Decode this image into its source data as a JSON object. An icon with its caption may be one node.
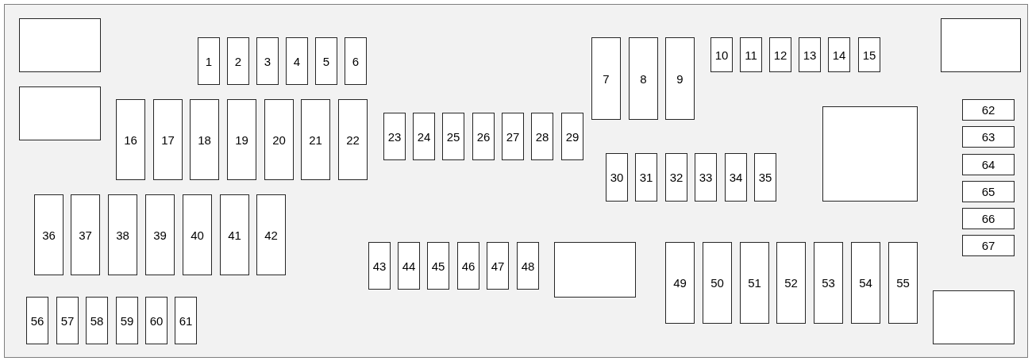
{
  "diagram": {
    "nodes": [
      {
        "text": [],
        "shape": "box"
      },
      {
        "text": [
          "1"
        ],
        "in": 0
      },
      {
        "text": [
          "2"
        ],
        "in": 0
      },
      {
        "text": [
          "3"
        ],
        "in": 0
      },
      {
        "text": [
          "4"
        ],
        "in": 0
      },
      {
        "text": [
          "5"
        ],
        "in": 0
      },
      {
        "text": [
          "6"
        ],
        "in": 0
      },
      {
        "text": [
          "7"
        ],
        "in": 0
      },
      {
        "text": [
          "8"
        ],
        "in": 0
      },
      {
        "text": [
          "9"
        ],
        "in": 0
      },
      {
        "text": [
          "10"
        ],
        "in": 0
      },
      {
        "text": [
          "11"
        ],
        "in": 0
      },
      {
        "text": [
          "12"
        ],
        "in": 0
      },
      {
        "text": [
          "13"
        ],
        "in": 0
      },
      {
        "text": [
          "14"
        ],
        "in": 0
      },
      {
        "text": [
          "15"
        ],
        "in": 0
      },
      {
        "text": [
          "16"
        ],
        "in": 0
      },
      {
        "text": [
          "17"
        ],
        "in": 0
      },
      {
        "text": [
          "18"
        ],
        "in": 0
      },
      {
        "text": [
          "19"
        ],
        "in": 0
      },
      {
        "text": [
          "20"
        ],
        "in": 0
      },
      {
        "text": [
          "21"
        ],
        "in": 0
      },
      {
        "text": [
          "22"
        ],
        "in": 0
      },
      {
        "text": [
          "23"
        ],
        "in": 0
      },
      {
        "text": [
          "24"
        ],
        "in": 0
      },
      {
        "text": [
          "25"
        ],
        "in": 0
      },
      {
        "text": [
          "26"
        ],
        "in": 0
      },
      {
        "text": [
          "27"
        ],
        "in": 0
      },
      {
        "text": [
          "28"
        ],
        "in": 0
      },
      {
        "text": [
          "29"
        ],
        "in": 0
      },
      {
        "text": [
          "30"
        ],
        "in": 0
      },
      {
        "text": [
          "31"
        ],
        "in": 0
      },
      {
        "text": [
          "32"
        ],
        "in": 0
      },
      {
        "text": [
          "33"
        ],
        "in": 0
      },
      {
        "text": [
          "34"
        ],
        "in": 0
      },
      {
        "text": [
          "35"
        ],
        "in": 0
      },
      {
        "text": [
          "36"
        ],
        "in": 0
      },
      {
        "text": [
          "37"
        ],
        "in": 0
      },
      {
        "text": [
          "38"
        ],
        "in": 0
      },
      {
        "text": [
          "39"
        ],
        "in": 0
      },
      {
        "text": [
          "40"
        ],
        "in": 0
      },
      {
        "text": [
          "41"
        ],
        "in": 0
      },
      {
        "text": [
          "42"
        ],
        "in": 0
      },
      {
        "text": [
          "43"
        ],
        "in": 0
      },
      {
        "text": [
          "44"
        ],
        "in": 0
      },
      {
        "text": [
          "45"
        ],
        "in": 0
      },
      {
        "text": [
          "46"
        ],
        "in": 0
      },
      {
        "text": [
          "47"
        ],
        "in": 0
      },
      {
        "text": [
          "48"
        ],
        "in": 0
      },
      {
        "text": [
          "49"
        ],
        "in": 0
      },
      {
        "text": [
          "50"
        ],
        "in": 0
      },
      {
        "text": [
          "51"
        ],
        "in": 0
      },
      {
        "text": [
          "52"
        ],
        "in": 0
      },
      {
        "text": [
          "53"
        ],
        "in": 0
      },
      {
        "text": [
          "54"
        ],
        "in": 0
      },
      {
        "text": [
          "55"
        ],
        "in": 0
      },
      {
        "text": [
          "56"
        ],
        "in": 0
      },
      {
        "text": [
          "57"
        ],
        "in": 0
      },
      {
        "text": [
          "58"
        ],
        "in": 0
      },
      {
        "text": [
          "59"
        ],
        "in": 0
      },
      {
        "text": [
          "60"
        ],
        "in": 0
      },
      {
        "text": [
          "61"
        ],
        "in": 0
      },
      {
        "text": [
          "62"
        ],
        "in": 0
      },
      {
        "text": [
          "63"
        ],
        "in": 0
      },
      {
        "text": [
          "64"
        ],
        "in": 0
      },
      {
        "text": [
          "65"
        ],
        "in": 0
      },
      {
        "text": [
          "66"
        ],
        "in": 0
      },
      {
        "text": [
          "67"
        ],
        "in": 0
      },
      {
        "text": [],
        "shape": "box",
        "in": 0
      },
      {
        "text": [],
        "shape": "box",
        "in": 0
      },
      {
        "text": [],
        "shape": "box",
        "in": 0
      },
      {
        "text": [],
        "shape": "box",
        "in": 0
      },
      {
        "text": [],
        "shape": "box",
        "in": 0
      },
      {
        "text": [],
        "shape": "box",
        "in": 0
      }
    ]
  }
}
